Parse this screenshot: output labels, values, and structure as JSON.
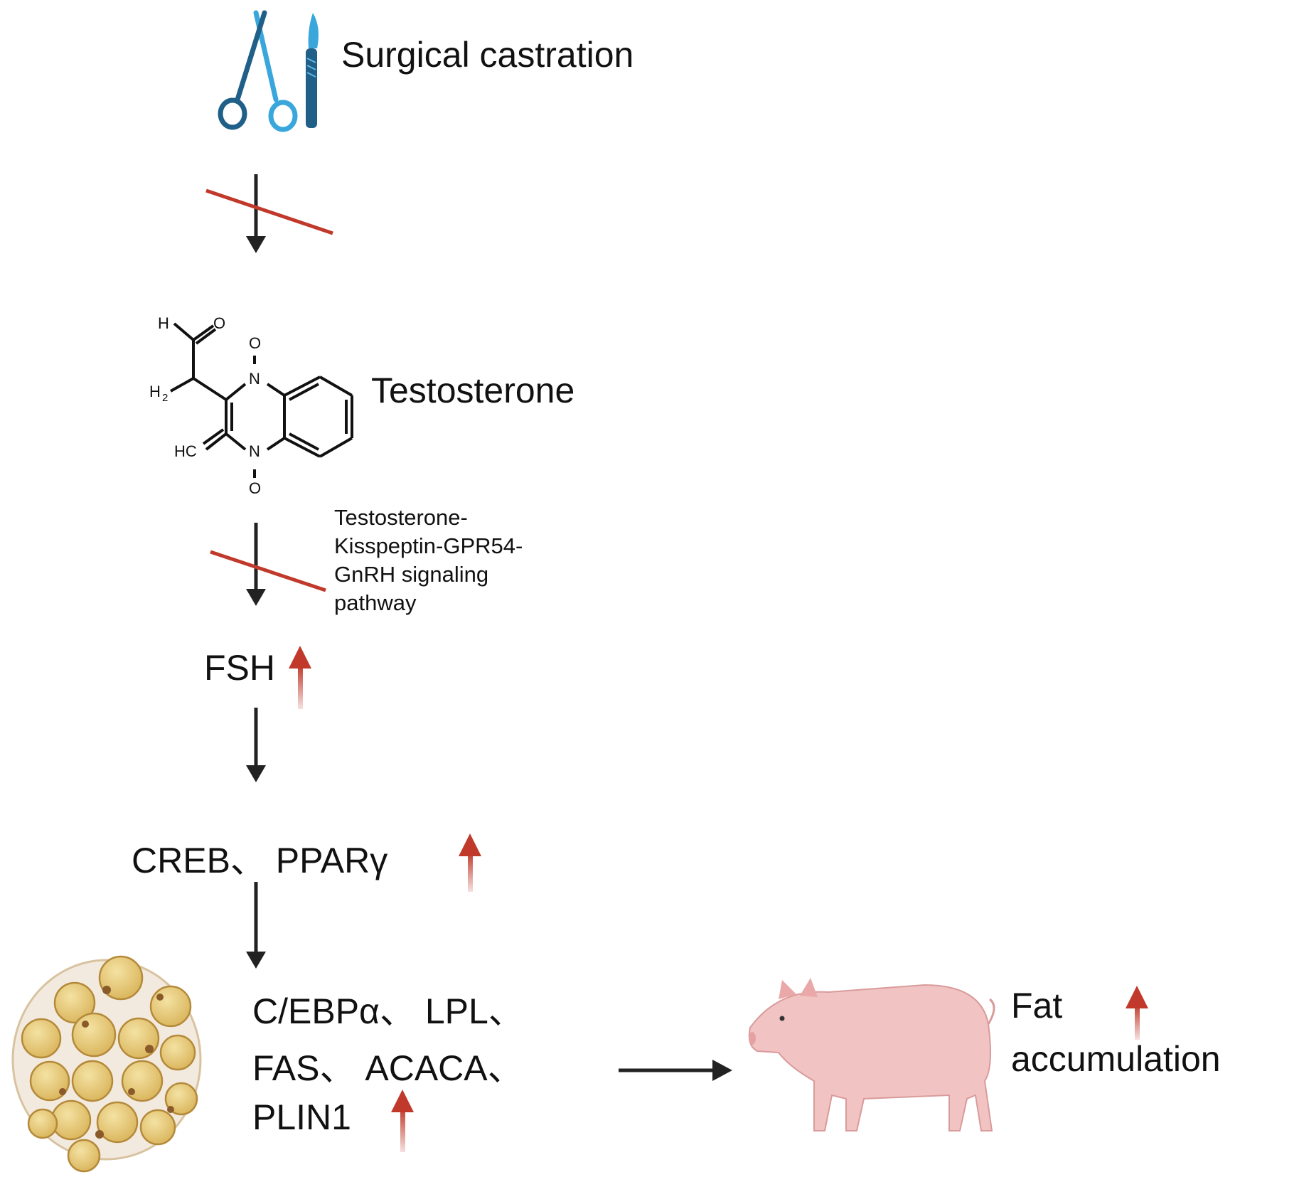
{
  "labels": {
    "surgical_castration": "Surgical castration",
    "testosterone": "Testosterone",
    "pathway": "Testosterone-Kisspeptin-GPR54-GnRH signaling pathway",
    "fsh": "FSH",
    "creb_ppar": "CREB、 PPARγ",
    "genes_line1": "C/EBPα、 LPL、",
    "genes_line2": "FAS、 ACACA、",
    "genes_line3": "PLIN1",
    "fat_line1": "Fat",
    "fat_line2": "accumulation"
  },
  "chem": {
    "h": "H",
    "o": "O",
    "h2": "H",
    "h2_sub": "2",
    "n": "N",
    "hc": "HC"
  },
  "colors": {
    "arrow": "#222222",
    "inhibit": "#c0392b",
    "up_arrow": "#c0392b",
    "scissor_light": "#3aa7dc",
    "scissor_dark": "#1f5f88",
    "fat_cell": "#e8cd7a",
    "pig": "#f2c3c3"
  },
  "icons": [
    "scissors-icon",
    "scalpel-icon",
    "fat-cells-icon",
    "pig-icon"
  ]
}
